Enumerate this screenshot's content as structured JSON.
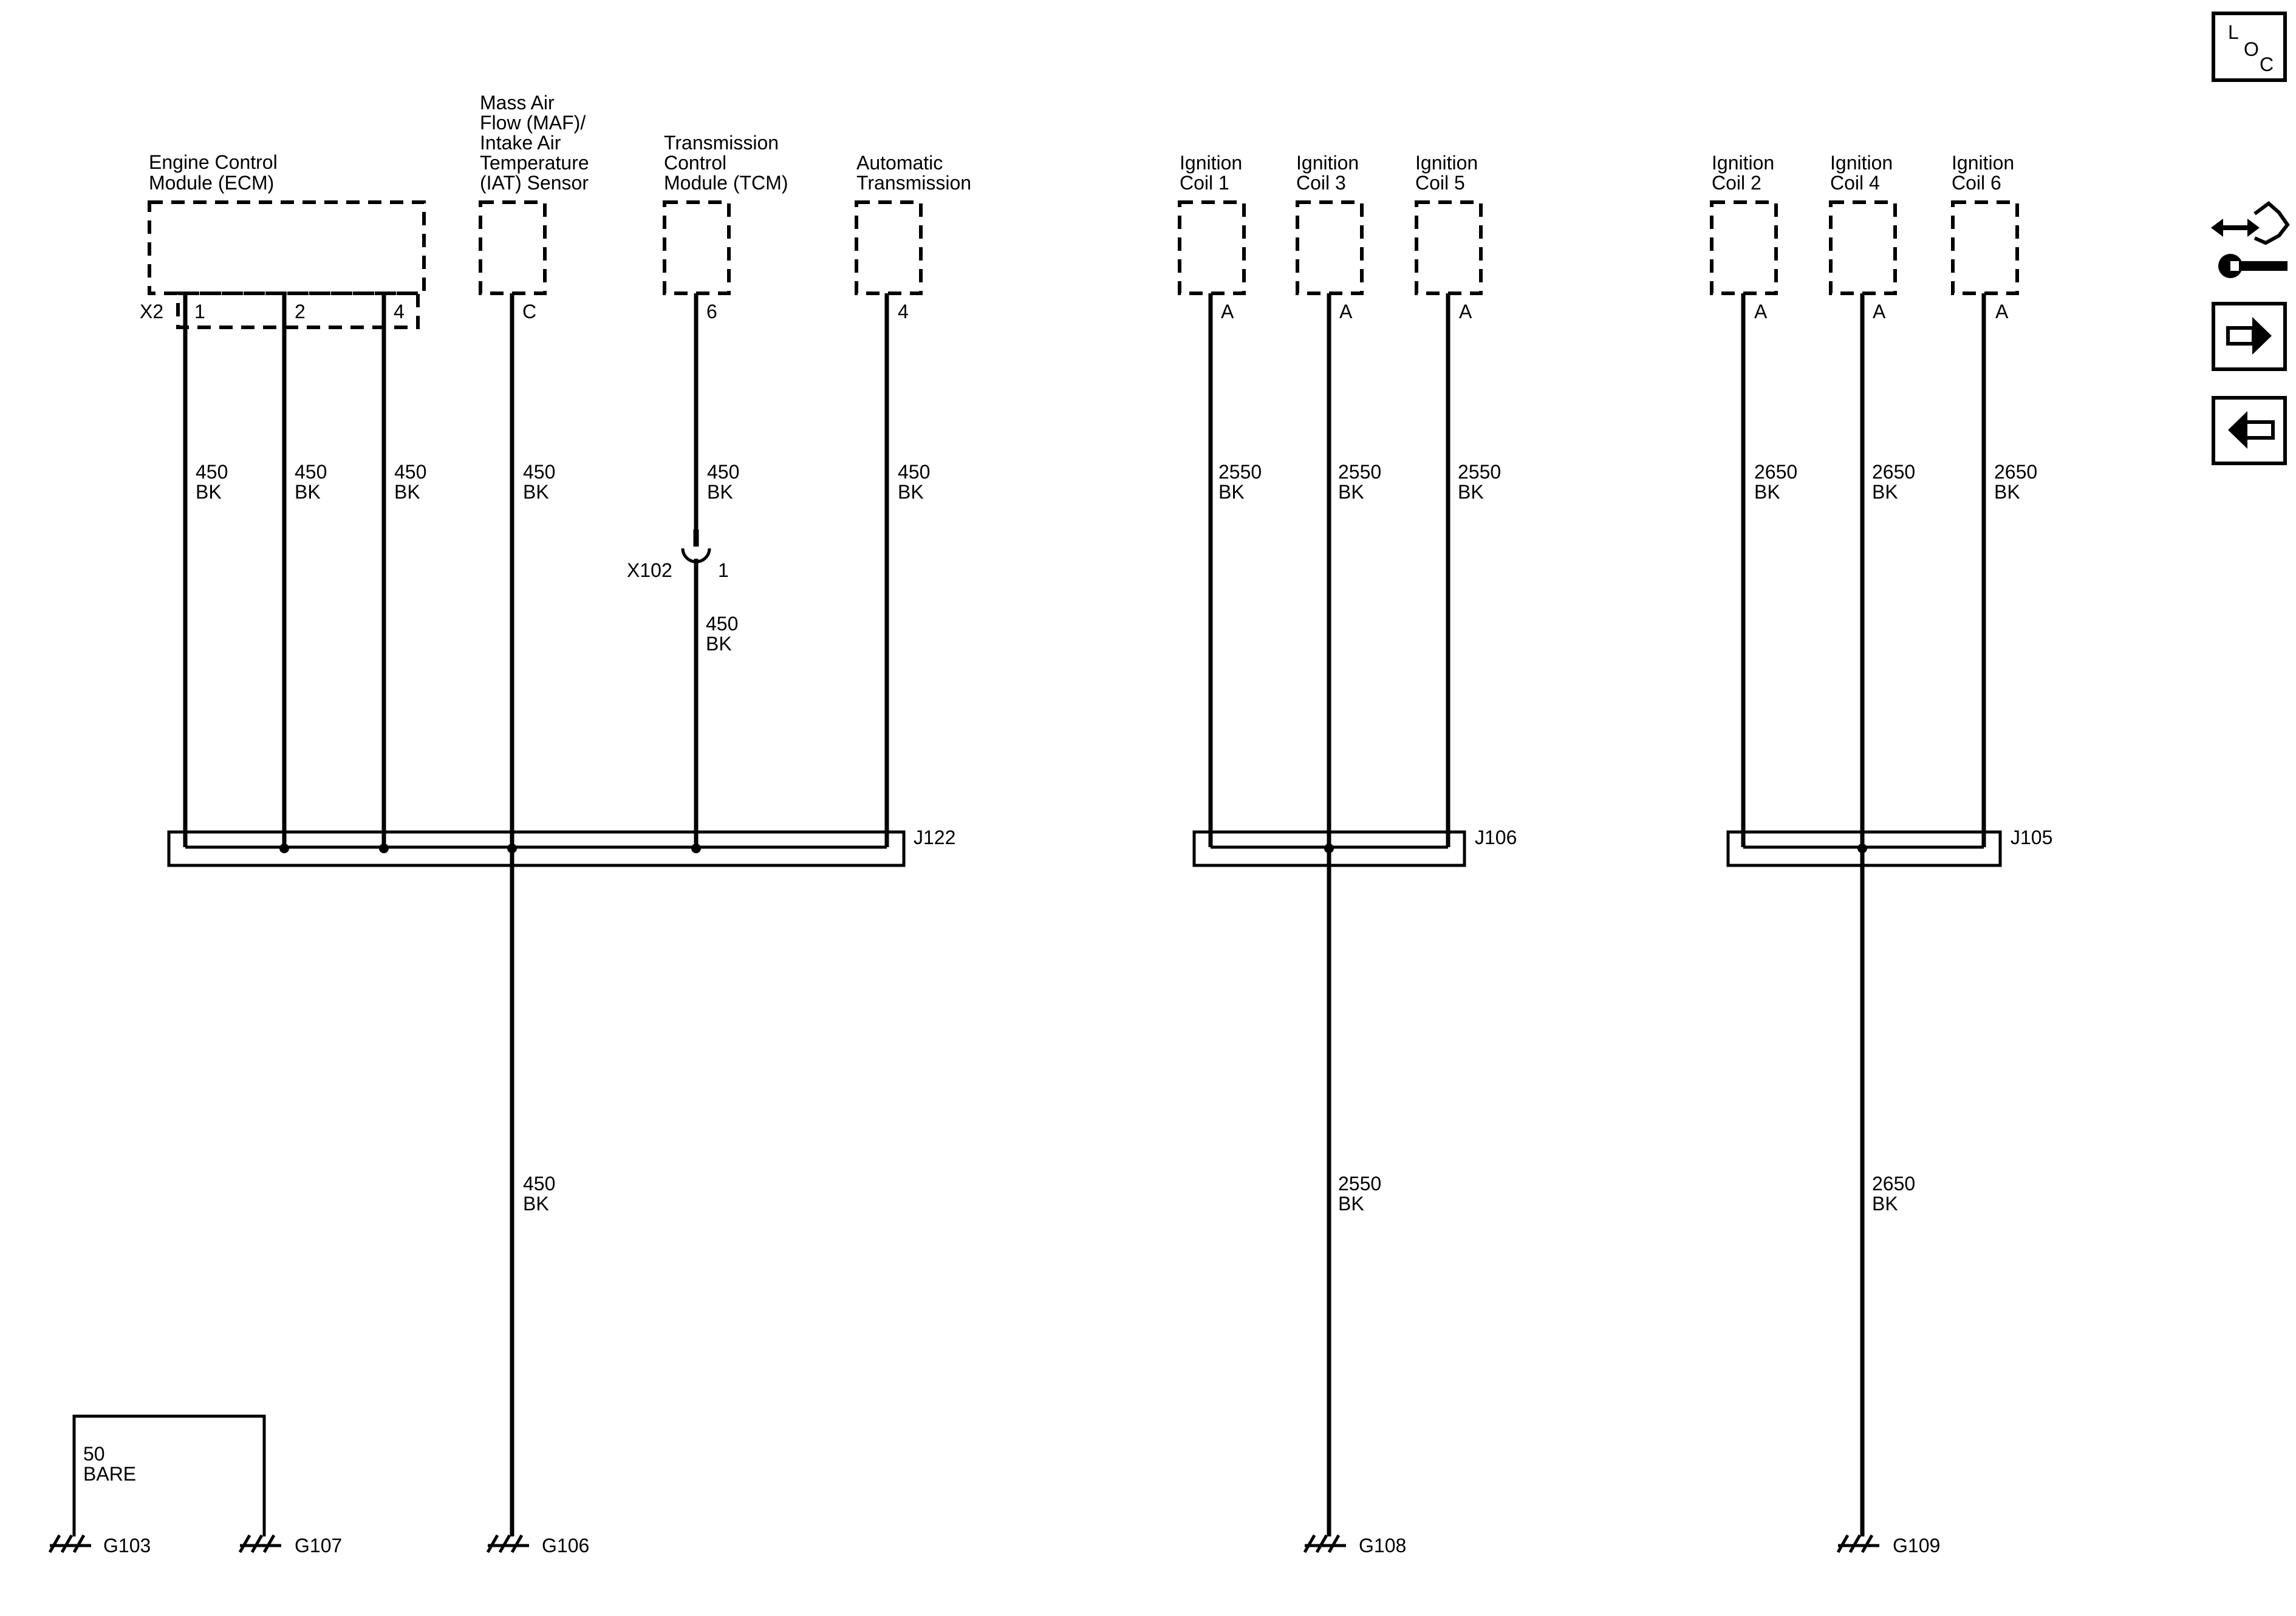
{
  "components": {
    "ecm": {
      "line1": "Engine Control",
      "line2": "Module (ECM)",
      "connector": "X2",
      "pins": [
        "1",
        "2",
        "4"
      ]
    },
    "maf": {
      "line1": "Mass Air",
      "line2": "Flow (MAF)/",
      "line3": "Intake Air",
      "line4": "Temperature",
      "line5": "(IAT) Sensor",
      "pin": "C"
    },
    "tcm": {
      "line1": "Transmission",
      "line2": "Control",
      "line3": "Module (TCM)",
      "pin": "6"
    },
    "trans": {
      "line1": "Automatic",
      "line2": "Transmission",
      "pin": "4"
    },
    "coil1": {
      "line1": "Ignition",
      "line2": "Coil 1",
      "pin": "A"
    },
    "coil3": {
      "line1": "Ignition",
      "line2": "Coil 3",
      "pin": "A"
    },
    "coil5": {
      "line1": "Ignition",
      "line2": "Coil 5",
      "pin": "A"
    },
    "coil2": {
      "line1": "Ignition",
      "line2": "Coil 2",
      "pin": "A"
    },
    "coil4": {
      "line1": "Ignition",
      "line2": "Coil 4",
      "pin": "A"
    },
    "coil6": {
      "line1": "Ignition",
      "line2": "Coil 6",
      "pin": "A"
    }
  },
  "wires": {
    "w450": {
      "circuit": "450",
      "color": "BK"
    },
    "w2550": {
      "circuit": "2550",
      "color": "BK"
    },
    "w2650": {
      "circuit": "2650",
      "color": "BK"
    },
    "bare": {
      "circuit": "50",
      "color": "BARE"
    }
  },
  "inline_connector": {
    "name": "X102",
    "pin": "1"
  },
  "splices": {
    "j122": "J122",
    "j106": "J106",
    "j105": "J105"
  },
  "grounds": {
    "g103": "G103",
    "g107": "G107",
    "g106": "G106",
    "g108": "G108",
    "g109": "G109"
  },
  "nav": {
    "loc": {
      "l": "L",
      "o": "O",
      "c": "C"
    },
    "icons": [
      "component-locator-icon",
      "wrench-diagnostic-icon",
      "next-page-arrow-icon",
      "previous-page-arrow-icon"
    ]
  }
}
